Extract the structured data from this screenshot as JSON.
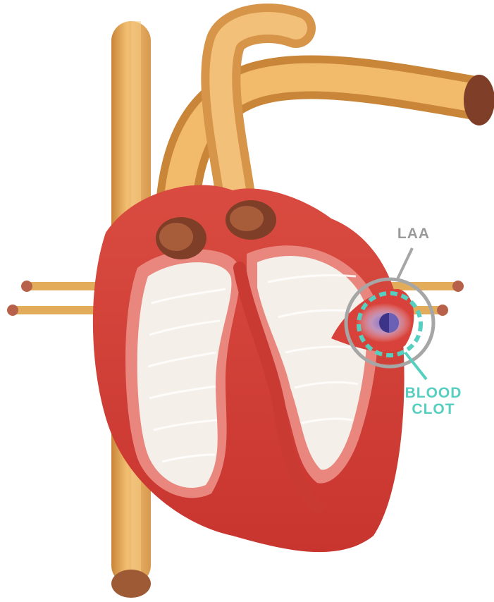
{
  "labels": {
    "laa": "LAA",
    "blood_clot_line1": "BLOOD",
    "blood_clot_line2": "CLOT"
  },
  "colors": {
    "vessel_light": "#F2B86A",
    "vessel_dark": "#D7954A",
    "vessel_shadow": "#B8792F",
    "vessel_end": "#8E4A2D",
    "heart_red": "#D8423A",
    "heart_dark_red": "#B8302B",
    "heart_pink": "#E9877E",
    "chamber_light": "#F4EFE9",
    "chamber_shade": "#E6DDD3",
    "laa_text": "#9A9A9A",
    "laa_ring": "#A6A6A6",
    "clot_text": "#57CFC0",
    "clot_ring": "#57CFC0",
    "clot_core": "#3C3488"
  }
}
